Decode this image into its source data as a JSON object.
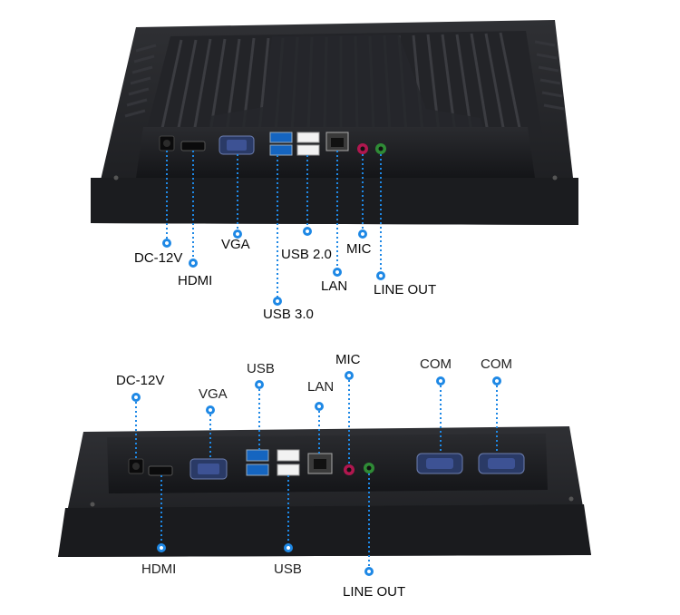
{
  "top_panel": {
    "labels": {
      "dc": "DC-12V",
      "hdmi": "HDMI",
      "vga": "VGA",
      "usb3": "USB 3.0",
      "usb2": "USB 2.0",
      "lan": "LAN",
      "mic": "MIC",
      "lineout": "LINE OUT"
    }
  },
  "bottom_panel": {
    "labels": {
      "dc": "DC-12V",
      "vga": "VGA",
      "usb_top": "USB",
      "lan": "LAN",
      "mic": "MIC",
      "com1": "COM",
      "com2": "COM",
      "hdmi": "HDMI",
      "usb_bottom": "USB",
      "lineout": "LINE OUT"
    }
  },
  "colors": {
    "callout": "#1e88e5",
    "housing": "#1c1d20",
    "port_blue": "#1565c0",
    "mic_pink": "#c2185b",
    "line_green": "#2e7d32"
  }
}
